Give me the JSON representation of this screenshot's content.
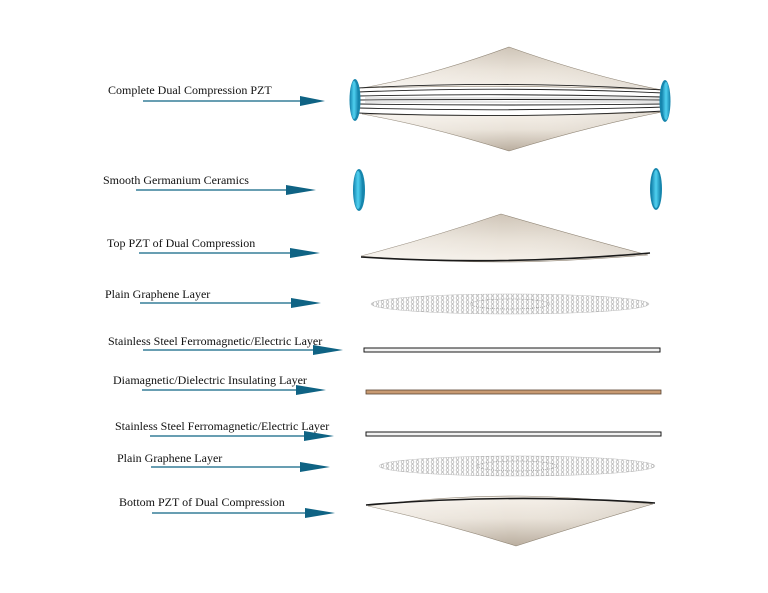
{
  "colors": {
    "arrow": "#0f6384",
    "cone_light": "#efe7dc",
    "cone_dark": "#b3a797",
    "ring": "#2fb2d8",
    "ring_dark": "#1686ad",
    "steel": "#f2f2f2",
    "insulator": "#c89a72",
    "outline": "#1a1a1a",
    "mesh": "#8a8a8a"
  },
  "labels": {
    "complete": "Complete Dual Compression PZT",
    "germanium": "Smooth Germanium Ceramics",
    "top_pzt": "Top PZT of Dual Compression",
    "graphene_1": "Plain Graphene Layer",
    "steel_1": "Stainless Steel Ferromagnetic/Electric Layer",
    "insulator": "Diamagnetic/Dielectric Insulating Layer",
    "steel_2": "Stainless Steel Ferromagnetic/Electric Layer",
    "graphene_2": "Plain Graphene Layer",
    "bottom_pzt": "Bottom PZT of Dual Compression"
  }
}
